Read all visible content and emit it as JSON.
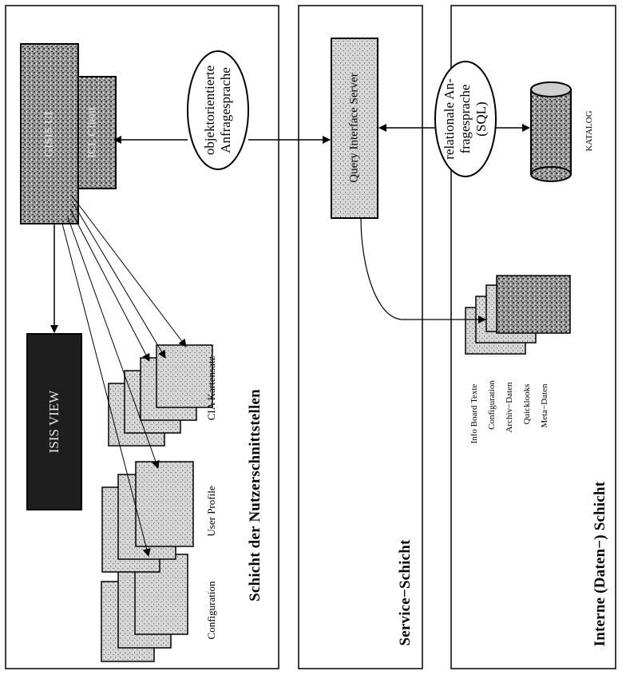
{
  "layers": {
    "user": "Schicht der Nutzerschnittstellen",
    "service": "Service−Schicht",
    "data": "Interne (Daten−) Schicht"
  },
  "components": {
    "gisis_ui": "GISIS UI",
    "icl_client": "ICL Client",
    "isis_view": "ISIS VIEW",
    "query_server": "Query Interface Server",
    "katalog": "KATALOG"
  },
  "languages": {
    "oo_line1": "objektorientierte",
    "oo_line2": "Anfragesprache",
    "sql_line1": "relationale An-",
    "sql_line2": "fragesprache",
    "sql_line3": "(SQL)"
  },
  "doc_stacks": {
    "configuration": "Configuration",
    "user_profile": "User Profile",
    "cia": "CIA Kartensatz"
  },
  "data_list": [
    "Info Board Texte",
    "Configuration",
    "Archiv−Daten",
    "Quicklooks",
    "Meta−Daten"
  ]
}
